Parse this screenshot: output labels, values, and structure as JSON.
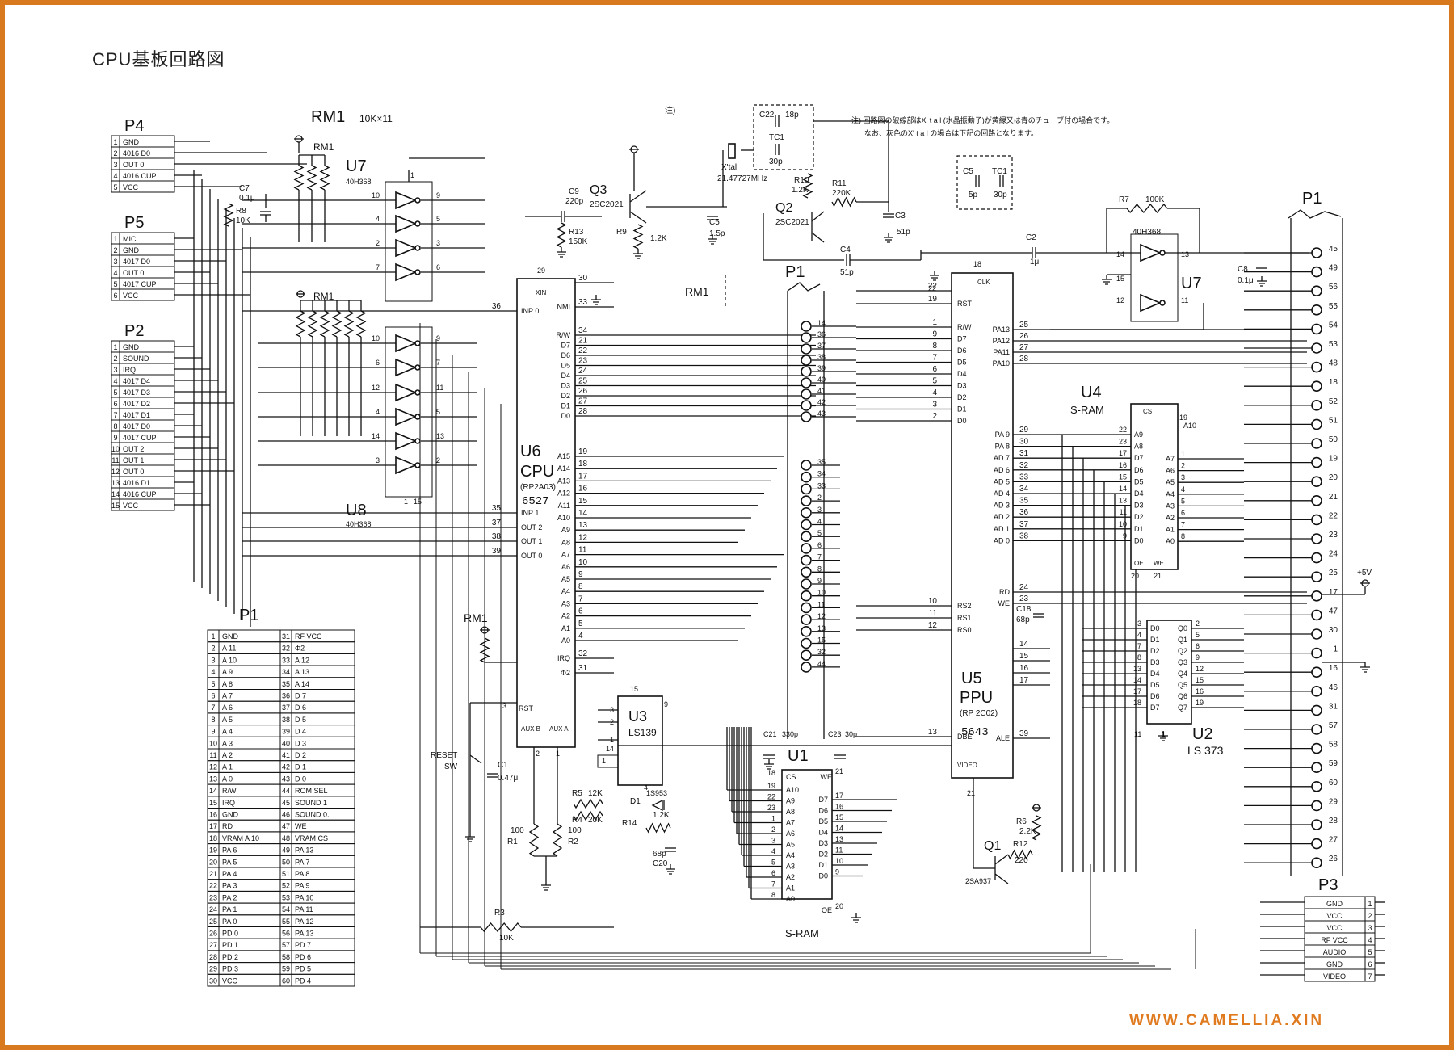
{
  "title": "CPU基板回路図",
  "watermark": "WWW.CAMELLIA.XIN",
  "colors": {
    "frame": "#d9791f",
    "watermark": "#e07a1e"
  },
  "note": {
    "line1": "注) 回路図の破線部はX' t a l (水晶振動子)が黄緑又は青のチューブ付の場合です。",
    "line2": "なお、灰色のX' t a l の場合は下記の回路となります。",
    "alt_c5": "C5",
    "alt_c5v": "5p",
    "alt_tc1": "TC1",
    "alt_tc1v": "30p"
  },
  "connectors": {
    "p4": {
      "name": "P4",
      "pins": [
        [
          "1",
          "GND"
        ],
        [
          "2",
          "4016 D0"
        ],
        [
          "3",
          "OUT 0"
        ],
        [
          "4",
          "4016 CUP"
        ],
        [
          "5",
          "VCC"
        ]
      ]
    },
    "p5": {
      "name": "P5",
      "pins": [
        [
          "1",
          "MIC"
        ],
        [
          "2",
          "GND"
        ],
        [
          "3",
          "4017 D0"
        ],
        [
          "4",
          "OUT 0"
        ],
        [
          "5",
          "4017 CUP"
        ],
        [
          "6",
          "VCC"
        ]
      ]
    },
    "p2": {
      "name": "P2",
      "pins": [
        [
          "1",
          "GND"
        ],
        [
          "2",
          "SOUND"
        ],
        [
          "3",
          "IRQ"
        ],
        [
          "4",
          "4017 D4"
        ],
        [
          "5",
          "4017 D3"
        ],
        [
          "6",
          "4017 D2"
        ],
        [
          "7",
          "4017 D1"
        ],
        [
          "8",
          "4017 D0"
        ],
        [
          "9",
          "4017 CUP"
        ],
        [
          "10",
          "OUT 2"
        ],
        [
          "11",
          "OUT 1"
        ],
        [
          "12",
          "OUT 0"
        ],
        [
          "13",
          "4016 D1"
        ],
        [
          "14",
          "4016 CUP"
        ],
        [
          "15",
          "VCC"
        ]
      ]
    },
    "p3": {
      "name": "P3",
      "pins": [
        [
          "GND",
          "1"
        ],
        [
          "VCC",
          "2"
        ],
        [
          "VCC",
          "3"
        ],
        [
          "RF VCC",
          "4"
        ],
        [
          "AUDIO",
          "5"
        ],
        [
          "GND",
          "6"
        ],
        [
          "VIDEO",
          "7"
        ]
      ]
    }
  },
  "p1_table": {
    "title": "P1",
    "rows": [
      [
        "1",
        "GND",
        "31",
        "RF VCC"
      ],
      [
        "2",
        "A 11",
        "32",
        "Φ2"
      ],
      [
        "3",
        "A 10",
        "33",
        "A 12"
      ],
      [
        "4",
        "A 9",
        "34",
        "A 13"
      ],
      [
        "5",
        "A 8",
        "35",
        "A 14"
      ],
      [
        "6",
        "A 7",
        "36",
        "D 7"
      ],
      [
        "7",
        "A 6",
        "37",
        "D 6"
      ],
      [
        "8",
        "A 5",
        "38",
        "D 5"
      ],
      [
        "9",
        "A 4",
        "39",
        "D 4"
      ],
      [
        "10",
        "A 3",
        "40",
        "D 3"
      ],
      [
        "11",
        "A 2",
        "41",
        "D 2"
      ],
      [
        "12",
        "A 1",
        "42",
        "D 1"
      ],
      [
        "13",
        "A 0",
        "43",
        "D 0"
      ],
      [
        "14",
        "R/W",
        "44",
        "ROM SEL"
      ],
      [
        "15",
        "IRQ",
        "45",
        "SOUND 1"
      ],
      [
        "16",
        "GND",
        "46",
        "SOUND 0."
      ],
      [
        "17",
        "RD",
        "47",
        "WE"
      ],
      [
        "18",
        "VRAM A 10",
        "48",
        "VRAM CS"
      ],
      [
        "19",
        "PA 6",
        "49",
        "PA 13"
      ],
      [
        "20",
        "PA 5",
        "50",
        "PA 7"
      ],
      [
        "21",
        "PA 4",
        "51",
        "PA 8"
      ],
      [
        "22",
        "PA 3",
        "52",
        "PA 9"
      ],
      [
        "23",
        "PA 2",
        "53",
        "PA 10"
      ],
      [
        "24",
        "PA 1",
        "54",
        "PA 11"
      ],
      [
        "25",
        "PA 0",
        "55",
        "PA 12"
      ],
      [
        "26",
        "PD 0",
        "56",
        "PA 13"
      ],
      [
        "27",
        "PD 1",
        "57",
        "PD 7"
      ],
      [
        "28",
        "PD 2",
        "58",
        "PD 6"
      ],
      [
        "29",
        "PD 3",
        "59",
        "PD 5"
      ],
      [
        "30",
        "VCC",
        "60",
        "PD 4"
      ]
    ]
  },
  "components": {
    "rm1_top": "RM1",
    "rm1_value": "10K×11",
    "rm1_a": "RM1",
    "rm1_b": "RM1",
    "rm1_c": "RM1",
    "rm1_d": "RM1",
    "u7a": "U7",
    "u7a_part": "40H368",
    "u8": "U8",
    "u8_part": "40H368",
    "u7b": "U7",
    "u7b_part": "40H368",
    "u6": "U6",
    "u6_name": "CPU",
    "u6_part": "(RP2A03)",
    "u6_hand": "6527",
    "u5": "U5",
    "u5_name": "PPU",
    "u5_part": "(RP 2C02)",
    "u5_hand": "5643",
    "u4": "U4",
    "u4_name": "S-RAM",
    "u1": "U1",
    "u1_name": "S-RAM",
    "u2": "U2",
    "u2_part": "LS 373",
    "u3": "U3",
    "u3_part": "LS139",
    "q1": "Q1",
    "q1_part": "2SA937",
    "q2": "Q2",
    "q2_part": "2SC2021",
    "q3": "Q3",
    "q3_part": "2SC2021",
    "xtal": "X'tal",
    "xtal_freq": "21.47727MHz",
    "c7": "C7",
    "c7v": "0.1μ",
    "r8": "R8",
    "r8v": "10K",
    "c9": "C9",
    "c9v": "220p",
    "r13": "R13",
    "r13v": "150K",
    "r9": "R9",
    "r9v": "1.2K",
    "c5": "C5",
    "c5v": "1.5p",
    "c22": "C22",
    "c22v": "18p",
    "tc1": "TC1",
    "tc1v": "30p",
    "r10": "R10",
    "r10v": "1.2K",
    "r11": "R11",
    "r11v": "220K",
    "c3": "C3",
    "c3v": "51p",
    "c4": "C4",
    "c4v": "51p",
    "c2": "C2",
    "c2v": "1μ",
    "r7": "R7",
    "r7v": "100K",
    "c8": "C8",
    "c8v": "0.1μ",
    "c18": "C18",
    "c18v": "68p",
    "c21": "C21",
    "c21v": "330p",
    "c23": "C23",
    "c23v": "30p",
    "c1": "C1",
    "c1v": "0.47μ",
    "reset": "RESET",
    "sw": "SW",
    "r1": "R1",
    "r1v": "100",
    "r2": "R2",
    "r2v": "100",
    "r5": "R5",
    "r5v": "12K",
    "r4": "R4",
    "r4v": "20K",
    "d1": "D1",
    "d1p": "1S953",
    "r14": "R14",
    "r14v": "1.2K",
    "c20": "C20",
    "c20v": "68p",
    "r3": "R3",
    "r3v": "10K",
    "r6": "R6",
    "r6v": "2.2K",
    "r12": "R12",
    "r12v": "220",
    "note_mark": "注)",
    "vcc5": "+5V",
    "p1_top": "P1",
    "p1_right": "P1"
  },
  "u6_left_pins": [
    [
      "36",
      "INP 0"
    ],
    [
      "35",
      "INP 1"
    ],
    [
      "37",
      "OUT 2"
    ],
    [
      "38",
      "OUT 1"
    ],
    [
      "39",
      "OUT 0"
    ]
  ],
  "u6_right_pins": [
    [
      "30",
      ""
    ],
    [
      "33",
      "NMI"
    ],
    [
      "34",
      "R/W"
    ],
    [
      "21",
      "D7"
    ],
    [
      "22",
      "D6"
    ],
    [
      "23",
      "D5"
    ],
    [
      "24",
      "D4"
    ],
    [
      "25",
      "D3"
    ],
    [
      "26",
      "D2"
    ],
    [
      "27",
      "D1"
    ],
    [
      "28",
      "D0"
    ],
    [
      "19",
      "A15"
    ],
    [
      "18",
      "A14"
    ],
    [
      "17",
      "A13"
    ],
    [
      "16",
      "A12"
    ],
    [
      "15",
      "A11"
    ],
    [
      "14",
      "A10"
    ],
    [
      "13",
      "A9"
    ],
    [
      "12",
      "A8"
    ],
    [
      "11",
      "A7"
    ],
    [
      "10",
      "A6"
    ],
    [
      "9",
      "A5"
    ],
    [
      "8",
      "A4"
    ],
    [
      "7",
      "A3"
    ],
    [
      "6",
      "A2"
    ],
    [
      "5",
      "A1"
    ],
    [
      "4",
      "A0"
    ],
    [
      "32",
      "IRQ"
    ],
    [
      "31",
      "Φ2"
    ]
  ],
  "u5_left_pins": [
    [
      "22",
      ""
    ],
    [
      "19",
      "RST"
    ],
    [
      "1",
      "R/W"
    ],
    [
      "9",
      "D7"
    ],
    [
      "8",
      "D6"
    ],
    [
      "7",
      "D5"
    ],
    [
      "6",
      "D4"
    ],
    [
      "5",
      "D3"
    ],
    [
      "4",
      "D2"
    ],
    [
      "3",
      "D1"
    ],
    [
      "2",
      "D0"
    ],
    [
      "10",
      "RS2"
    ],
    [
      "11",
      "RS1"
    ],
    [
      "12",
      "RS0"
    ],
    [
      "13",
      "DBE"
    ]
  ],
  "u5_right_pins": [
    [
      "25",
      "PA13"
    ],
    [
      "26",
      "PA12"
    ],
    [
      "27",
      "PA11"
    ],
    [
      "28",
      "PA10"
    ],
    [
      "29",
      "PA 9"
    ],
    [
      "30",
      "PA 8"
    ],
    [
      "31",
      "AD 7"
    ],
    [
      "32",
      "AD 6"
    ],
    [
      "33",
      "AD 5"
    ],
    [
      "34",
      "AD 4"
    ],
    [
      "35",
      "AD 3"
    ],
    [
      "36",
      "AD 2"
    ],
    [
      "37",
      "AD 1"
    ],
    [
      "38",
      "AD 0"
    ],
    [
      "24",
      "RD"
    ],
    [
      "23",
      "WE"
    ],
    [
      "14",
      ""
    ],
    [
      "15",
      ""
    ],
    [
      "16",
      ""
    ],
    [
      "17",
      ""
    ],
    [
      "39",
      "ALE"
    ]
  ],
  "u4_pins": [
    [
      "22",
      "A9"
    ],
    [
      "23",
      "A8"
    ],
    [
      "17",
      "D7"
    ],
    [
      "16",
      "D6"
    ],
    [
      "15",
      "D5"
    ],
    [
      "14",
      "D4"
    ],
    [
      "13",
      "D3"
    ],
    [
      "11",
      "D2"
    ],
    [
      "10",
      "D1"
    ],
    [
      "9",
      "D0"
    ]
  ],
  "u4_right": [
    [
      "A7",
      "1"
    ],
    [
      "A6",
      "2"
    ],
    [
      "A5",
      "3"
    ],
    [
      "A4",
      "4"
    ],
    [
      "A3",
      "5"
    ],
    [
      "A2",
      "6"
    ],
    [
      "A1",
      "7"
    ],
    [
      "A0",
      "8"
    ]
  ],
  "u2_pins": [
    [
      "3",
      "D0",
      "Q0",
      "2"
    ],
    [
      "4",
      "D1",
      "Q1",
      "5"
    ],
    [
      "7",
      "D2",
      "Q2",
      "6"
    ],
    [
      "8",
      "D3",
      "Q3",
      "9"
    ],
    [
      "13",
      "D4",
      "Q4",
      "12"
    ],
    [
      "14",
      "D5",
      "Q5",
      "15"
    ],
    [
      "17",
      "D6",
      "Q6",
      "16"
    ],
    [
      "18",
      "D7",
      "Q7",
      "19"
    ]
  ],
  "u1_left": [
    [
      "19",
      "A10"
    ],
    [
      "22",
      "A9"
    ],
    [
      "23",
      "A8"
    ],
    [
      "1",
      "A7"
    ],
    [
      "2",
      "A6"
    ],
    [
      "3",
      "A5"
    ],
    [
      "4",
      "A4"
    ],
    [
      "5",
      "A3"
    ],
    [
      "6",
      "A2"
    ],
    [
      "7",
      "A1"
    ],
    [
      "8",
      "A0"
    ]
  ],
  "u1_right": [
    [
      "17",
      "D7"
    ],
    [
      "16",
      "D6"
    ],
    [
      "15",
      "D5"
    ],
    [
      "14",
      "D4"
    ],
    [
      "13",
      "D3"
    ],
    [
      "11",
      "D2"
    ],
    [
      "10",
      "D1"
    ],
    [
      "9",
      "D0"
    ]
  ],
  "p1_col_top": [
    "14",
    "36",
    "37",
    "38",
    "39",
    "40",
    "41",
    "42",
    "43"
  ],
  "p1_col_mid": [
    "35",
    "34",
    "33",
    "2",
    "3",
    "4",
    "5",
    "6",
    "7",
    "8",
    "9",
    "10",
    "11",
    "12",
    "13",
    "15",
    "32",
    "44"
  ],
  "p1r_col": [
    "45",
    "49",
    "56",
    "55",
    "54",
    "53",
    "48",
    "18",
    "52",
    "51",
    "50",
    "19",
    "20",
    "21",
    "22",
    "23",
    "24",
    "25",
    "17",
    "47",
    "30",
    "1",
    "16",
    "46",
    "31",
    "57",
    "58",
    "59",
    "60",
    "29",
    "28",
    "27",
    "26"
  ]
}
